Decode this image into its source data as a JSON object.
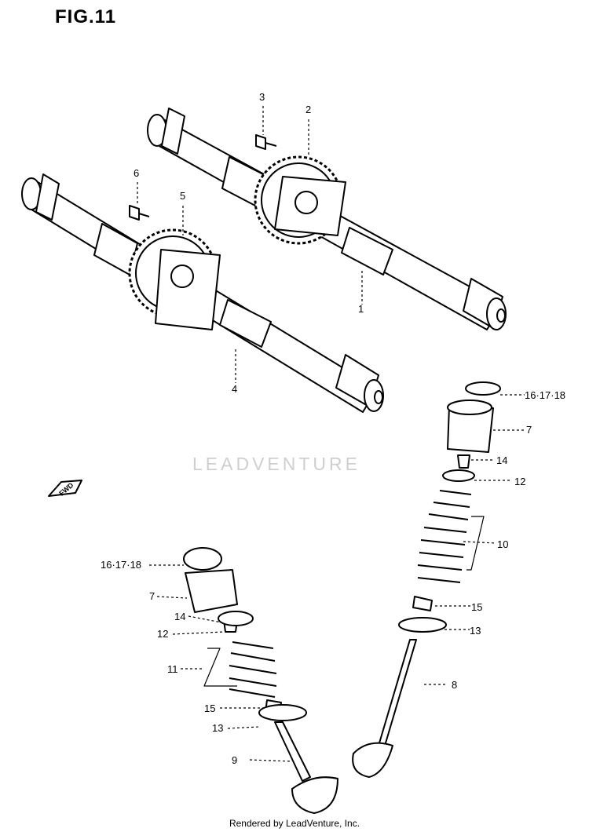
{
  "figure": {
    "title": "FIG.11"
  },
  "watermark": "LEADVENTURE",
  "footer": "Rendered by LeadVenture, Inc.",
  "fwd_label": "FWD",
  "callouts": [
    {
      "id": "c1",
      "text": "1"
    },
    {
      "id": "c2",
      "text": "2"
    },
    {
      "id": "c3",
      "text": "3"
    },
    {
      "id": "c4",
      "text": "4"
    },
    {
      "id": "c5",
      "text": "5"
    },
    {
      "id": "c6",
      "text": "6"
    },
    {
      "id": "c16r",
      "text": "16·17·18"
    },
    {
      "id": "c7r",
      "text": "7"
    },
    {
      "id": "c14r",
      "text": "14"
    },
    {
      "id": "c12r",
      "text": "12"
    },
    {
      "id": "c10r",
      "text": "10"
    },
    {
      "id": "c15r",
      "text": "15"
    },
    {
      "id": "c13r",
      "text": "13"
    },
    {
      "id": "c8r",
      "text": "8"
    },
    {
      "id": "c16l",
      "text": "16·17·18"
    },
    {
      "id": "c7l",
      "text": "7"
    },
    {
      "id": "c14l",
      "text": "14"
    },
    {
      "id": "c12l",
      "text": "12"
    },
    {
      "id": "c11l",
      "text": "11"
    },
    {
      "id": "c15l",
      "text": "15"
    },
    {
      "id": "c13l",
      "text": "13"
    },
    {
      "id": "c9l",
      "text": "9"
    }
  ],
  "colors": {
    "line": "#000000",
    "watermark": "#cfcfcf",
    "background": "#ffffff"
  }
}
